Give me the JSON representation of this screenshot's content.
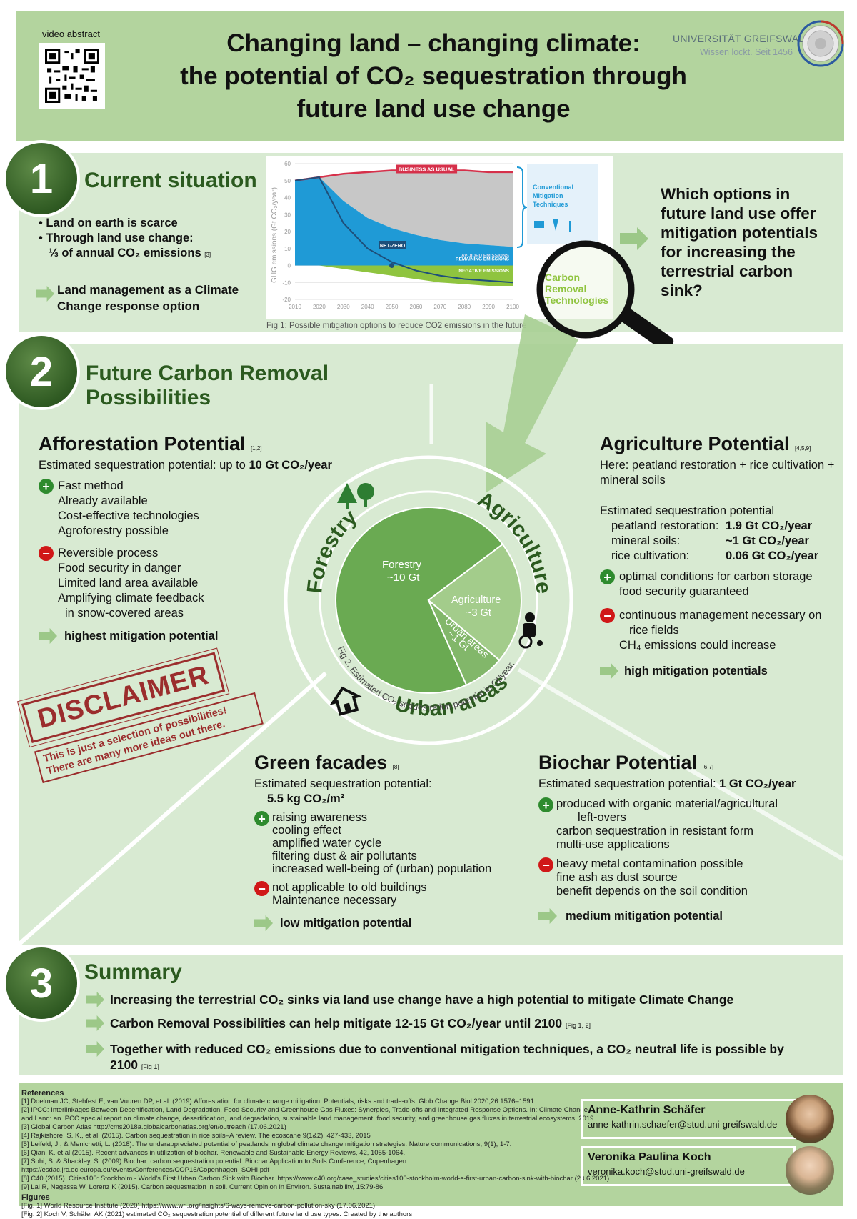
{
  "header": {
    "video_label": "video abstract",
    "title_line1": "Changing land – changing climate:",
    "title_line2": "the potential of CO₂ sequestration through",
    "title_line3": "future land use change",
    "university": "UNIVERSITÄT GREIFSWALD",
    "university_tagline": "Wissen lockt. Seit 1456"
  },
  "section1": {
    "number": "1",
    "title": "Current situation",
    "bullet1": "Land on earth is scarce",
    "bullet2": "Through land use change:",
    "bullet2b": "⅓ of annual CO₂ emissions",
    "bullet2_ref": "[3]",
    "conclusion": "Land management as a Climate Change response option",
    "question": "Which options in future land use offer mitigation potentials for increasing the terrestrial carbon sink?",
    "fig_caption": "Fig 1: Possible mitigation options to reduce CO2 emissions in the future"
  },
  "chart_data": {
    "type": "area",
    "ylabel": "GHG emissions (Gt CO₂/year)",
    "xlabel": "",
    "ylim": [
      -20,
      60
    ],
    "y_ticks": [
      "60",
      "50",
      "40",
      "30",
      "20",
      "10",
      "0",
      "-10",
      "-20"
    ],
    "x": [
      "2010",
      "2020",
      "2030",
      "2040",
      "2050",
      "2060",
      "2070",
      "2080",
      "2090",
      "2100"
    ],
    "series": [
      {
        "name": "BUSINESS AS USUAL",
        "values": [
          50,
          52,
          54,
          55,
          56,
          56,
          56,
          56,
          55,
          55
        ],
        "color": "#d6304a"
      },
      {
        "name": "AVOIDED EMISSIONS",
        "values": [
          50,
          52,
          38,
          28,
          22,
          18,
          15,
          13,
          12,
          11
        ],
        "color": "#1f9ad6"
      },
      {
        "name": "REMAINING EMISSIONS",
        "values": [
          50,
          52,
          25,
          10,
          2,
          -3,
          -6,
          -8,
          -9,
          -10
        ],
        "color": "#1e4f7a"
      },
      {
        "name": "NEGATIVE EMISSIONS",
        "values": [
          0,
          0,
          -2,
          -4,
          -6,
          -8,
          -10,
          -11,
          -12,
          -12
        ],
        "color": "#8fc43f"
      }
    ],
    "annotations": [
      "NET-ZERO"
    ],
    "side_labels": [
      "Conventional Mitigation Techniques",
      "Carbon Removal Technologies"
    ]
  },
  "section2": {
    "number": "2",
    "title_line1": "Future Carbon Removal",
    "title_line2": "Possibilities",
    "afforestation": {
      "title": "Afforestation Potential",
      "ref": "[1,2]",
      "estimate_prefix": "Estimated sequestration potential: up to ",
      "estimate_value": "10 Gt CO₂/year",
      "pros": [
        "Fast method",
        "Already available",
        "Cost-effective technologies",
        "Agroforestry possible"
      ],
      "cons": [
        "Reversible process",
        "Food security in danger",
        "Limited land area available",
        "Amplifying climate feedback",
        "in snow-covered areas"
      ],
      "conclusion": "highest mitigation potential"
    },
    "agriculture": {
      "title": "Agriculture Potential",
      "ref": "[4,5,9]",
      "here": "Here: peatland restoration + rice cultivation + mineral soils",
      "estimate_label": "Estimated sequestration potential",
      "rows": [
        {
          "label": "peatland restoration:",
          "value": "1.9 Gt CO₂/year"
        },
        {
          "label": "mineral soils:",
          "value": "~1 Gt CO₂/year"
        },
        {
          "label": "rice cultivation:",
          "value": "0.06 Gt CO₂/year"
        }
      ],
      "pros": [
        "optimal conditions for carbon storage",
        "food security guaranteed"
      ],
      "cons": [
        "continuous management necessary on",
        "rice fields",
        "CH₄ emissions could increase"
      ],
      "conclusion": "high mitigation potentials"
    },
    "pie": {
      "forestry_label": "Forestry",
      "forestry_value": "~10 Gt",
      "agri_label": "Agriculture",
      "agri_value": "~3 Gt",
      "urban_label": "Urban areas",
      "urban_value": "~1 Gt",
      "caption": "Fig 2. Estimated CO₂ sequestration potential in Gt/year.",
      "ring_forestry": "Forestry",
      "ring_agriculture": "Agriculture",
      "ring_urban": "Urban areas"
    },
    "disclaimer": {
      "title": "DISCLAIMER",
      "line1": "This is just a selection of possibilities!",
      "line2": "There are many more ideas out there."
    },
    "green_facades": {
      "title": "Green facades",
      "ref": "[8]",
      "estimate_label": "Estimated sequestration potential:",
      "estimate_value": "5.5 kg CO₂/m²",
      "pros": [
        "raising awareness",
        "cooling effect",
        "amplified water cycle",
        "filtering dust & air pollutants",
        "increased well-being of (urban) population"
      ],
      "cons": [
        "not applicable to old buildings",
        "Maintenance necessary"
      ],
      "conclusion": "low mitigation potential"
    },
    "biochar": {
      "title": "Biochar Potential",
      "ref": "[6,7]",
      "estimate_prefix": "Estimated sequestration potential: ",
      "estimate_value": "1 Gt CO₂/year",
      "pros": [
        "produced with organic material/agricultural",
        "left-overs",
        "carbon sequestration in resistant form",
        "multi-use applications"
      ],
      "cons": [
        "heavy metal contamination possible",
        "fine ash as dust source",
        "benefit depends on the soil condition"
      ],
      "conclusion": "medium mitigation potential"
    }
  },
  "section3": {
    "number": "3",
    "title": "Summary",
    "point1": "Increasing the terrestrial CO₂ sinks via land use change have a high potential to mitigate Climate Change",
    "point2": "Carbon Removal Possibilities can help mitigate 12-15 Gt CO₂/year until 2100",
    "point2_ref": "[Fig 1, 2]",
    "point3": "Together with reduced CO₂ emissions due to conventional mitigation techniques, a CO₂ neutral life is possible by 2100",
    "point3_ref": "[Fig 1]"
  },
  "references": {
    "title": "References",
    "items": [
      "[1] Doelman JC, Stehfest E, van Vuuren DP, et al. (2019).Afforestation for climate change mitigation: Potentials, risks and trade-offs. Glob Change Biol.2020;26:1576–1591.",
      "[2] IPCC: Interlinkages Between Desertification, Land Degradation, Food Security and Greenhouse Gas Fluxes: Synergies, Trade-offs and Integrated Response Options. In: Climate Change",
      "     and Land: an IPCC special report on climate change, desertification, land degradation, sustainable land management, food security, and greenhouse gas fluxes in terrestrial ecosystems, 2019",
      "[3] Global Carbon Atlas http://cms2018a.globalcarbonatlas.org/en/outreach (17.06.2021)",
      "[4] Rajkishore, S. K., et al. (2015). Carbon sequestration in rice soils–A review. The ecoscane 9(1&2): 427-433, 2015",
      "[5] Leifeld, J., & Menichetti, L. (2018). The underappreciated potential of peatlands in global climate change mitigation strategies. Nature communications, 9(1), 1-7.",
      "[6] Qian, K. et al (2015). Recent advances in utilization of biochar. Renewable and Sustainable Energy Reviews, 42, 1055-1064.",
      "[7] Sohi, S. & Shackley, S. (2009) Biochar: carbon sequestration potential. Biochar Application to Soils Conference, Copenhagen",
      "     https://esdac.jrc.ec.europa.eu/events/Conferences/COP15/Copenhagen_SOHI.pdf",
      "[8] C40 (2015). Cities100: Stockholm - World's First Urban Carbon Sink with Biochar. https://www.c40.org/case_studies/cities100-stockholm-world-s-first-urban-carbon-sink-with-biochar (23.6.2021)",
      "[9]  Lal R, Negassa W, Lorenz K (2015). Carbon sequestration in soil. Current Opinion in Environ. Sustainability, 15:79-86"
    ],
    "figures_title": "Figures",
    "figures": [
      "[Fig. 1] World Resource Institute (2020) https://www.wri.org/insights/6-ways-remove-carbon-pollution-sky (17.06.2021)",
      "[Fig. 2] Koch V, Schäfer AK (2021) estimated CO₂ sequestration potential of different future land use types. Created by the authors"
    ]
  },
  "authors": [
    {
      "name": "Anne-Kathrin Schäfer",
      "email": "anne-kathrin.schaefer@stud.uni-greifswald.de"
    },
    {
      "name": "Veronika Paulina Koch",
      "email": "veronika.koch@stud.uni-greifswald.de"
    }
  ]
}
